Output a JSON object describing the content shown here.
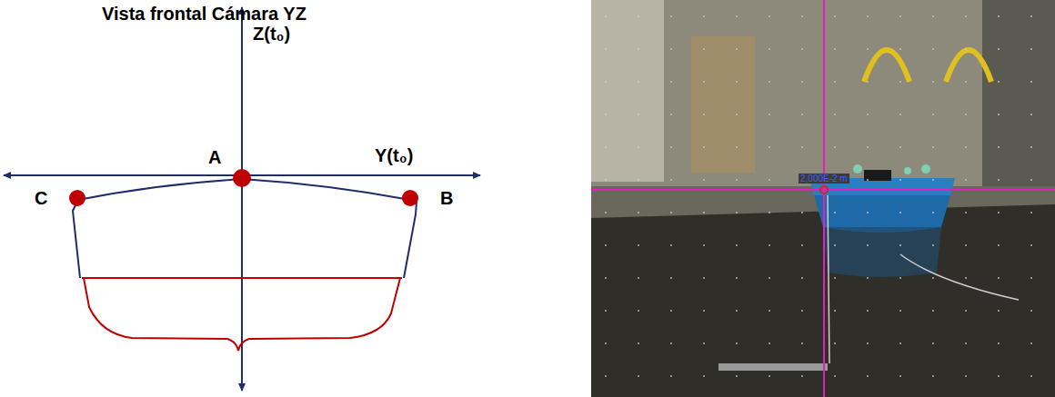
{
  "diagram": {
    "title": "Vista frontal Cámara YZ",
    "labels": [
      "Z(t₀)",
      "A",
      "Y(t₀)",
      "C",
      "B",
      "2,000E-2 m"
    ]
  }
}
